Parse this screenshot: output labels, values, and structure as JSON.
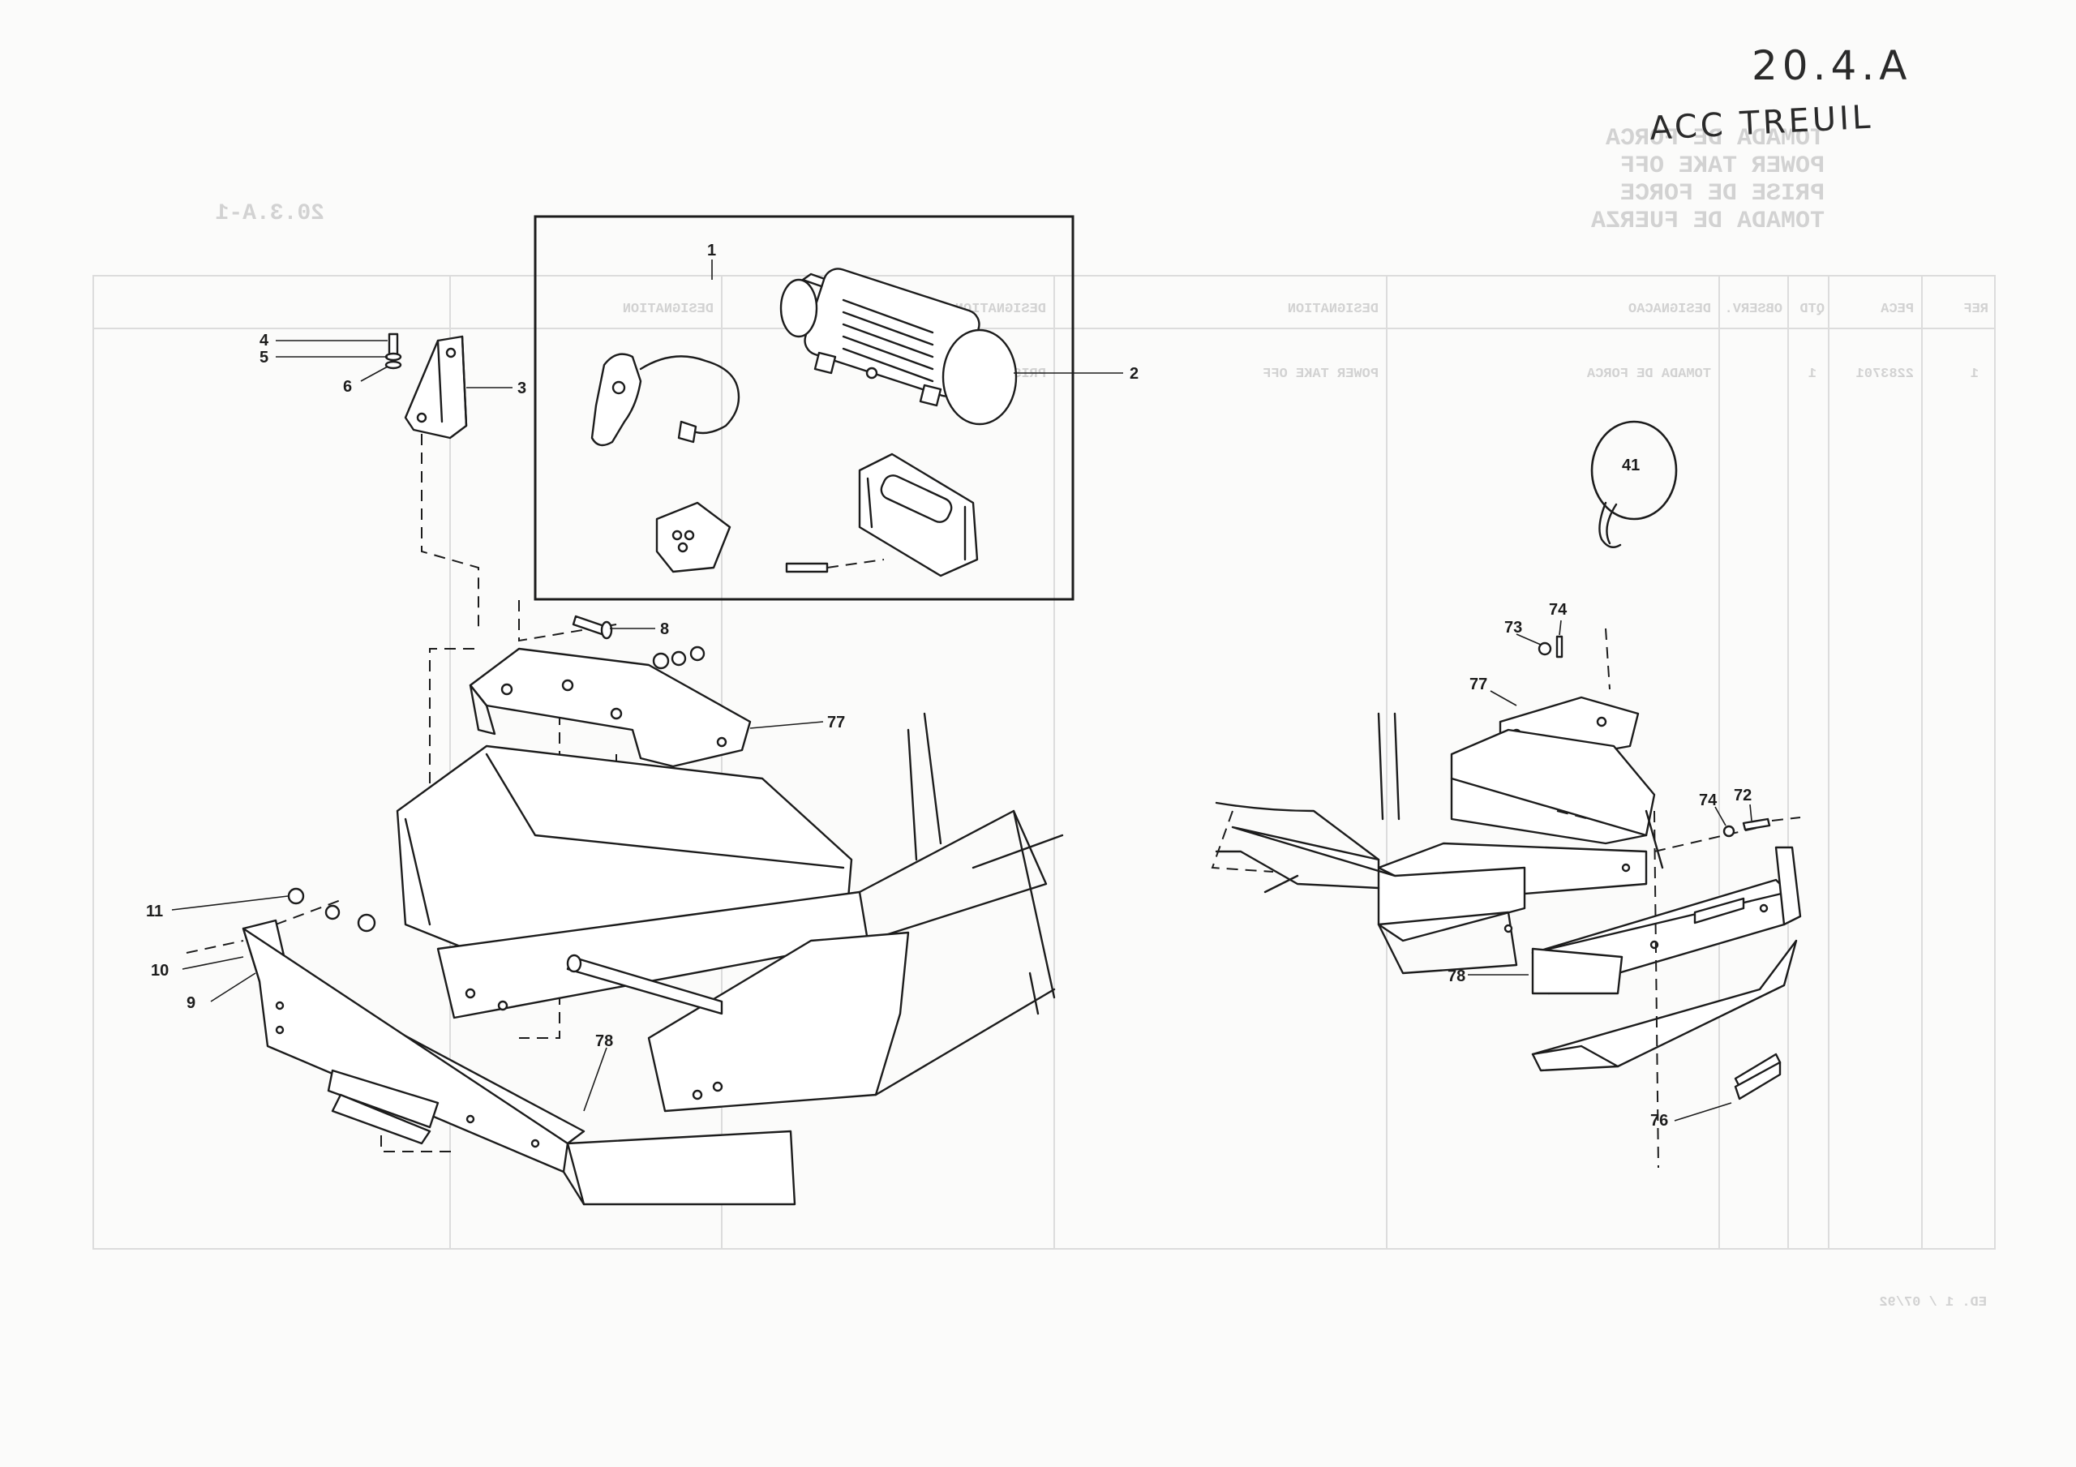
{
  "sheet": {
    "page_ref": "20.4.A",
    "handwritten_title": "ACC TREUIL",
    "bleed_through": {
      "titles": [
        "TOMADA DE FORCA",
        "POWER TAKE OFF",
        "PRISE DE FORCE",
        "TOMADA DE FUERZA"
      ],
      "page_ref": "20.3.A-1",
      "columns": [
        "REF",
        "PECA",
        "QTD",
        "OBSERV.",
        "DESIGNACAO",
        "DESIGNATION",
        "DESIGNATION",
        "DESIGNATION"
      ],
      "row": [
        "1",
        "2283701",
        "1",
        "TOMADA DE FORCA",
        "POWER TAKE OFF",
        "PRISE DE FORCE"
      ],
      "footer": "ED. 1 / 07/92"
    }
  },
  "callouts": {
    "c1": "1",
    "c2": "2",
    "c3": "3",
    "c4": "4",
    "c5": "5",
    "c6": "6",
    "c8": "8",
    "c9": "9",
    "c10": "10",
    "c11": "11",
    "c41": "41",
    "c72": "72",
    "c73": "73",
    "c74a": "74",
    "c74b": "74",
    "c76": "76",
    "c77a": "77",
    "c77b": "77",
    "c78a": "78",
    "c78b": "78"
  }
}
